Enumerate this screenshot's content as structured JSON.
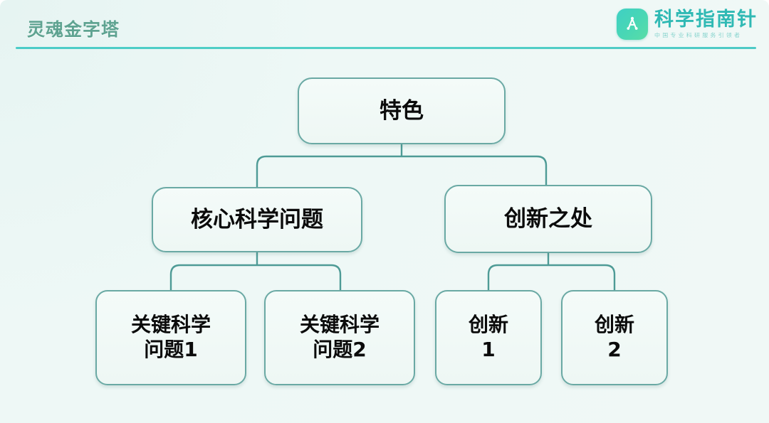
{
  "header": {
    "title": "灵魂金字塔",
    "title_color": "#5fa391",
    "rule_color": "#2ec5c0"
  },
  "brand": {
    "name": "科学指南针",
    "slogan": "中国专业科研服务引领者",
    "name_color": "#2fb9b4",
    "mark_gradient_from": "#3fd0c4",
    "mark_gradient_to": "#5adda6",
    "mark_icon": "compass-icon"
  },
  "chart_data": {
    "type": "diagram",
    "layout": "top-down-tree",
    "title": "灵魂金字塔",
    "node_border_color": "#6aa9a4",
    "node_fill_color": "#eef7f4",
    "connector_color": "#4e9b96",
    "background_color": "#eef8f6",
    "nodes": [
      {
        "id": "top",
        "level": 1,
        "label": "特色",
        "parent": null
      },
      {
        "id": "core",
        "level": 2,
        "label": "核心科学问题",
        "parent": "top"
      },
      {
        "id": "innov",
        "level": 2,
        "label": "创新之处",
        "parent": "top"
      },
      {
        "id": "key1",
        "level": 3,
        "label": "关键科学\n问题1",
        "parent": "core"
      },
      {
        "id": "key2",
        "level": 3,
        "label": "关键科学\n问题2",
        "parent": "core"
      },
      {
        "id": "inv1",
        "level": 3,
        "label": "创新\n1",
        "parent": "innov"
      },
      {
        "id": "inv2",
        "level": 3,
        "label": "创新\n2",
        "parent": "innov"
      }
    ],
    "edges": [
      {
        "from": "top",
        "to": "core"
      },
      {
        "from": "top",
        "to": "innov"
      },
      {
        "from": "core",
        "to": "key1"
      },
      {
        "from": "core",
        "to": "key2"
      },
      {
        "from": "innov",
        "to": "inv1"
      },
      {
        "from": "innov",
        "to": "inv2"
      }
    ]
  }
}
